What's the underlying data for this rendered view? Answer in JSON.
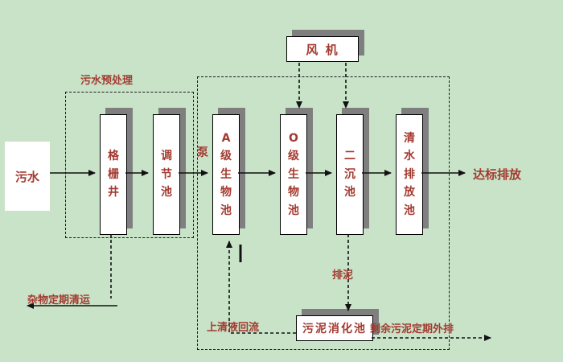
{
  "colors": {
    "background": "#c8e3c8",
    "box_fill": "#ffffff",
    "box_border": "#000000",
    "shadow": "#7f7f7f",
    "label_text": "#a33a30",
    "line": "#111111"
  },
  "nodes": {
    "sewage": "污水",
    "pretreatment": "污水预处理",
    "grid_well": "格栅井",
    "regulation": "调节池",
    "pump": "泵",
    "fan": "风 机",
    "a_bio": "A级生物池",
    "o_bio": "O级生物池",
    "secondary": "二沉池",
    "clear_water": "清水排放池",
    "digestion": "污泥消化池",
    "discharge": "达标排放",
    "debris": "杂物定期清运",
    "supernatant": "上清液回流",
    "sludge": "排泥",
    "excess": "剩余污泥定期外排"
  },
  "flow_sequence": [
    "污水",
    "格栅井",
    "调节池",
    "A级生物池",
    "O级生物池",
    "二沉池",
    "清水排放池",
    "达标排放"
  ]
}
